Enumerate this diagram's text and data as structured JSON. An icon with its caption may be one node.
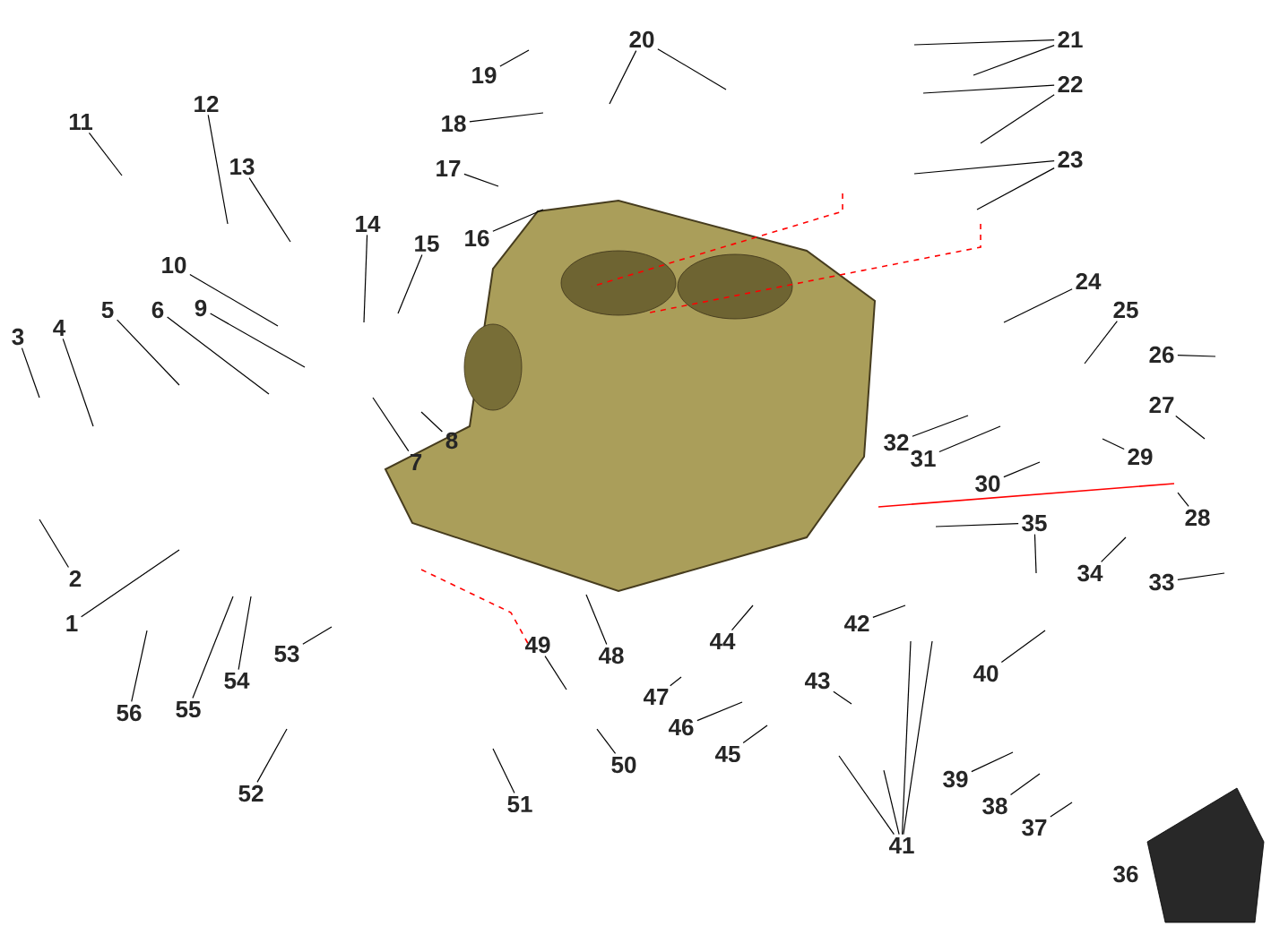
{
  "diagram": {
    "nodes": [
      {
        "text": [
          "1"
        ]
      },
      {
        "text": [
          "2"
        ]
      },
      {
        "text": [
          "3"
        ]
      },
      {
        "text": [
          "4"
        ]
      },
      {
        "text": [
          "5"
        ]
      },
      {
        "text": [
          "6"
        ]
      },
      {
        "text": [
          "7"
        ]
      },
      {
        "text": [
          "8"
        ]
      },
      {
        "text": [
          "9"
        ]
      },
      {
        "text": [
          "10"
        ]
      },
      {
        "text": [
          "11"
        ]
      },
      {
        "text": [
          "12"
        ]
      },
      {
        "text": [
          "13"
        ]
      },
      {
        "text": [
          "14"
        ]
      },
      {
        "text": [
          "15"
        ]
      },
      {
        "text": [
          "16"
        ]
      },
      {
        "text": [
          "17"
        ]
      },
      {
        "text": [
          "18"
        ]
      },
      {
        "text": [
          "19"
        ]
      },
      {
        "text": [
          "20"
        ]
      },
      {
        "text": [
          "21"
        ]
      },
      {
        "text": [
          "22"
        ]
      },
      {
        "text": [
          "23"
        ]
      },
      {
        "text": [
          "24"
        ]
      },
      {
        "text": [
          "25"
        ]
      },
      {
        "text": [
          "26"
        ]
      },
      {
        "text": [
          "27"
        ]
      },
      {
        "text": [
          "28"
        ]
      },
      {
        "text": [
          "29"
        ]
      },
      {
        "text": [
          "30"
        ]
      },
      {
        "text": [
          "31"
        ]
      },
      {
        "text": [
          "32"
        ]
      },
      {
        "text": [
          "33"
        ]
      },
      {
        "text": [
          "34"
        ]
      },
      {
        "text": [
          "35"
        ]
      },
      {
        "text": [
          "36"
        ]
      },
      {
        "text": [
          "37"
        ]
      },
      {
        "text": [
          "38"
        ]
      },
      {
        "text": [
          "39"
        ]
      },
      {
        "text": [
          "40"
        ]
      },
      {
        "text": [
          "41"
        ]
      },
      {
        "text": [
          "42"
        ]
      },
      {
        "text": [
          "43"
        ]
      },
      {
        "text": [
          "44"
        ]
      },
      {
        "text": [
          "45"
        ]
      },
      {
        "text": [
          "46"
        ]
      },
      {
        "text": [
          "47"
        ]
      },
      {
        "text": [
          "48"
        ]
      },
      {
        "text": [
          "49"
        ]
      },
      {
        "text": [
          "50"
        ]
      },
      {
        "text": [
          "51"
        ]
      },
      {
        "text": [
          "52"
        ]
      },
      {
        "text": [
          "53"
        ]
      },
      {
        "text": [
          "54"
        ]
      },
      {
        "text": [
          "55"
        ]
      },
      {
        "text": [
          "56"
        ]
      }
    ],
    "edges": [
      {
        "from": 0,
        "to": null,
        "arrow": "none"
      },
      {
        "from": 1,
        "to": null,
        "arrow": "none"
      },
      {
        "from": 2,
        "to": null,
        "arrow": "none"
      },
      {
        "from": 3,
        "to": null,
        "arrow": "none"
      },
      {
        "from": 4,
        "to": null,
        "arrow": "none"
      },
      {
        "from": 5,
        "to": null,
        "arrow": "none"
      },
      {
        "from": 6,
        "to": null,
        "arrow": "none"
      },
      {
        "from": 7,
        "to": null,
        "arrow": "none"
      },
      {
        "from": 8,
        "to": null,
        "arrow": "none"
      },
      {
        "from": 9,
        "to": null,
        "arrow": "none"
      },
      {
        "from": 10,
        "to": null,
        "arrow": "none"
      },
      {
        "from": 11,
        "to": null,
        "arrow": "none"
      },
      {
        "from": 12,
        "to": null,
        "arrow": "none"
      },
      {
        "from": 13,
        "to": null,
        "arrow": "none"
      },
      {
        "from": 14,
        "to": null,
        "arrow": "none"
      },
      {
        "from": 15,
        "to": null,
        "arrow": "none"
      },
      {
        "from": 16,
        "to": null,
        "arrow": "none"
      },
      {
        "from": 17,
        "to": null,
        "arrow": "none"
      },
      {
        "from": 18,
        "to": null,
        "arrow": "none"
      },
      {
        "from": 19,
        "to": null,
        "arrow": "none"
      },
      {
        "from": 19,
        "to": null,
        "arrow": "none"
      },
      {
        "from": 20,
        "to": null,
        "arrow": "none"
      },
      {
        "from": 20,
        "to": null,
        "arrow": "none"
      },
      {
        "from": 21,
        "to": null,
        "arrow": "none"
      },
      {
        "from": 21,
        "to": null,
        "arrow": "none"
      },
      {
        "from": 22,
        "to": null,
        "arrow": "none"
      },
      {
        "from": 22,
        "to": null,
        "arrow": "none"
      },
      {
        "from": 23,
        "to": null,
        "arrow": "none"
      },
      {
        "from": 24,
        "to": null,
        "arrow": "none"
      },
      {
        "from": 25,
        "to": null,
        "arrow": "none"
      },
      {
        "from": 26,
        "to": null,
        "arrow": "none"
      },
      {
        "from": 27,
        "to": null,
        "arrow": "none"
      },
      {
        "from": 28,
        "to": null,
        "arrow": "none"
      },
      {
        "from": 29,
        "to": null,
        "arrow": "none"
      },
      {
        "from": 30,
        "to": null,
        "arrow": "none"
      },
      {
        "from": 31,
        "to": null,
        "arrow": "none"
      },
      {
        "from": 32,
        "to": null,
        "arrow": "none"
      },
      {
        "from": 33,
        "to": null,
        "arrow": "none"
      },
      {
        "from": 34,
        "to": null,
        "arrow": "none"
      },
      {
        "from": 34,
        "to": null,
        "arrow": "none"
      },
      {
        "from": 36,
        "to": null,
        "arrow": "none"
      },
      {
        "from": 37,
        "to": null,
        "arrow": "none"
      },
      {
        "from": 38,
        "to": null,
        "arrow": "none"
      },
      {
        "from": 39,
        "to": null,
        "arrow": "none"
      },
      {
        "from": 40,
        "to": null,
        "arrow": "none"
      },
      {
        "from": 40,
        "to": null,
        "arrow": "none"
      },
      {
        "from": 40,
        "to": null,
        "arrow": "none"
      },
      {
        "from": 40,
        "to": null,
        "arrow": "none"
      },
      {
        "from": 41,
        "to": null,
        "arrow": "none"
      },
      {
        "from": 42,
        "to": null,
        "arrow": "none"
      },
      {
        "from": 43,
        "to": null,
        "arrow": "none"
      },
      {
        "from": 44,
        "to": null,
        "arrow": "none"
      },
      {
        "from": 45,
        "to": null,
        "arrow": "none"
      },
      {
        "from": 46,
        "to": null,
        "arrow": "none"
      },
      {
        "from": 47,
        "to": null,
        "arrow": "none"
      },
      {
        "from": 48,
        "to": null,
        "arrow": "none"
      },
      {
        "from": 49,
        "to": null,
        "arrow": "none"
      },
      {
        "from": 50,
        "to": null,
        "arrow": "none"
      },
      {
        "from": 51,
        "to": null,
        "arrow": "none"
      },
      {
        "from": 52,
        "to": null,
        "arrow": "none"
      },
      {
        "from": 53,
        "to": null,
        "arrow": "none"
      },
      {
        "from": 54,
        "to": null,
        "arrow": "none"
      },
      {
        "from": 55,
        "to": null,
        "arrow": "none"
      }
    ]
  }
}
